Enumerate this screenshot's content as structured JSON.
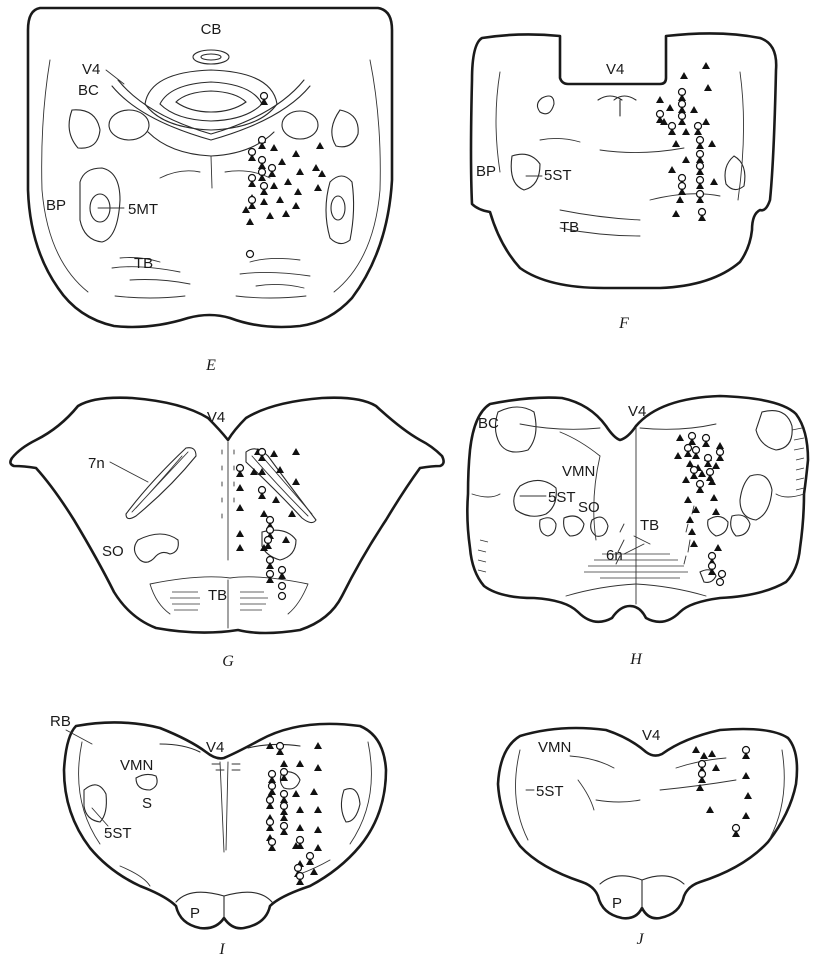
{
  "panels": [
    {
      "id": "E",
      "caption": "E",
      "labels": {
        "cb": "CB",
        "v4": "V4",
        "bc": "BC",
        "bp": "BP",
        "mt": "5MT",
        "tb": "TB"
      },
      "marker_counts": {
        "triangles": 22,
        "circled_triangles": 9,
        "circles": 1
      }
    },
    {
      "id": "F",
      "caption": "F",
      "labels": {
        "v4": "V4",
        "bp": "BP",
        "st": "5ST",
        "tb": "TB"
      },
      "marker_counts": {
        "triangles": 16,
        "circled_triangles": 14,
        "circles": 0
      }
    },
    {
      "id": "G",
      "caption": "G",
      "labels": {
        "v4": "V4",
        "n7": "7n",
        "so": "SO",
        "tb": "TB"
      },
      "marker_counts": {
        "triangles": 16,
        "circled_triangles": 9,
        "circles": 2
      }
    },
    {
      "id": "H",
      "caption": "H",
      "labels": {
        "bc": "BC",
        "v4": "V4",
        "vmn": "VMN",
        "st": "5ST",
        "so": "SO",
        "tb": "TB",
        "n6": "6n"
      },
      "marker_counts": {
        "triangles": 19,
        "circled_triangles": 11,
        "circles": 2
      }
    },
    {
      "id": "I",
      "caption": "I",
      "labels": {
        "rb": "RB",
        "v4": "V4",
        "vmn": "VMN",
        "s": "S",
        "st": "5ST",
        "p": "P"
      },
      "marker_counts": {
        "triangles": 19,
        "circled_triangles": 14,
        "circles": 0
      }
    },
    {
      "id": "J",
      "caption": "J",
      "labels": {
        "vmn": "VMN",
        "v4": "V4",
        "st": "5ST",
        "p": "P"
      },
      "marker_counts": {
        "triangles": 9,
        "circled_triangles": 4,
        "circles": 0
      }
    }
  ]
}
